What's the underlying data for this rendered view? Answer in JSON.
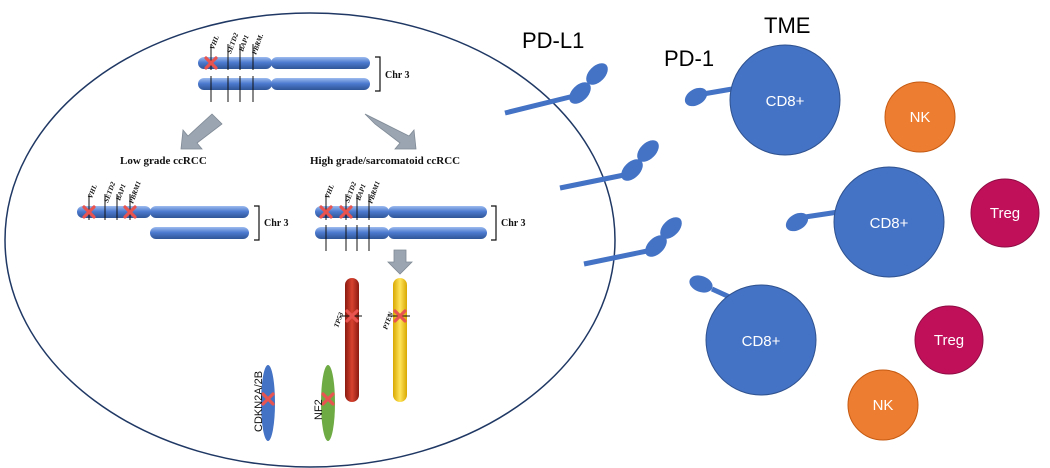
{
  "labels": {
    "pd_l1": "PD-L1",
    "pd_1": "PD-1",
    "tme": "TME",
    "chr3": "Chr 3",
    "chr3_cut": "Chr 3",
    "low_grade": "Low grade ccRCC",
    "high_grade": "High grade/sarcomatoid ccRCC",
    "cdkn2a": "CDKN2A/2B",
    "nf2": "NF2",
    "tp53": "TP53",
    "pten": "PTEN"
  },
  "genes": {
    "top": [
      "VHL",
      "SETD2",
      "BAP1",
      "PBRM."
    ],
    "low": [
      "VHL",
      "SETD2",
      "BAP1",
      "PBRM1"
    ],
    "high": [
      "VHL",
      "SETD2",
      "BAP1",
      "PBRM1"
    ]
  },
  "cells": {
    "cd8": [
      "CD8+",
      "CD8+",
      "CD8+"
    ],
    "nk": [
      "NK",
      "NK"
    ],
    "treg": [
      "Treg",
      "Treg"
    ]
  },
  "colors": {
    "chromosome": "#4a77c4",
    "chromosome_highlight": "#8fb2e8",
    "mutation_x": "#e8544f",
    "cd8": "#4472c4",
    "nk": "#ed7d31",
    "treg": "#c0105a",
    "arrow": "#9aa5b1",
    "tp53": "#c9301f",
    "pten": "#f2cf2a",
    "nf2": "#6fab44",
    "cdkn2a": "#4472c4"
  }
}
